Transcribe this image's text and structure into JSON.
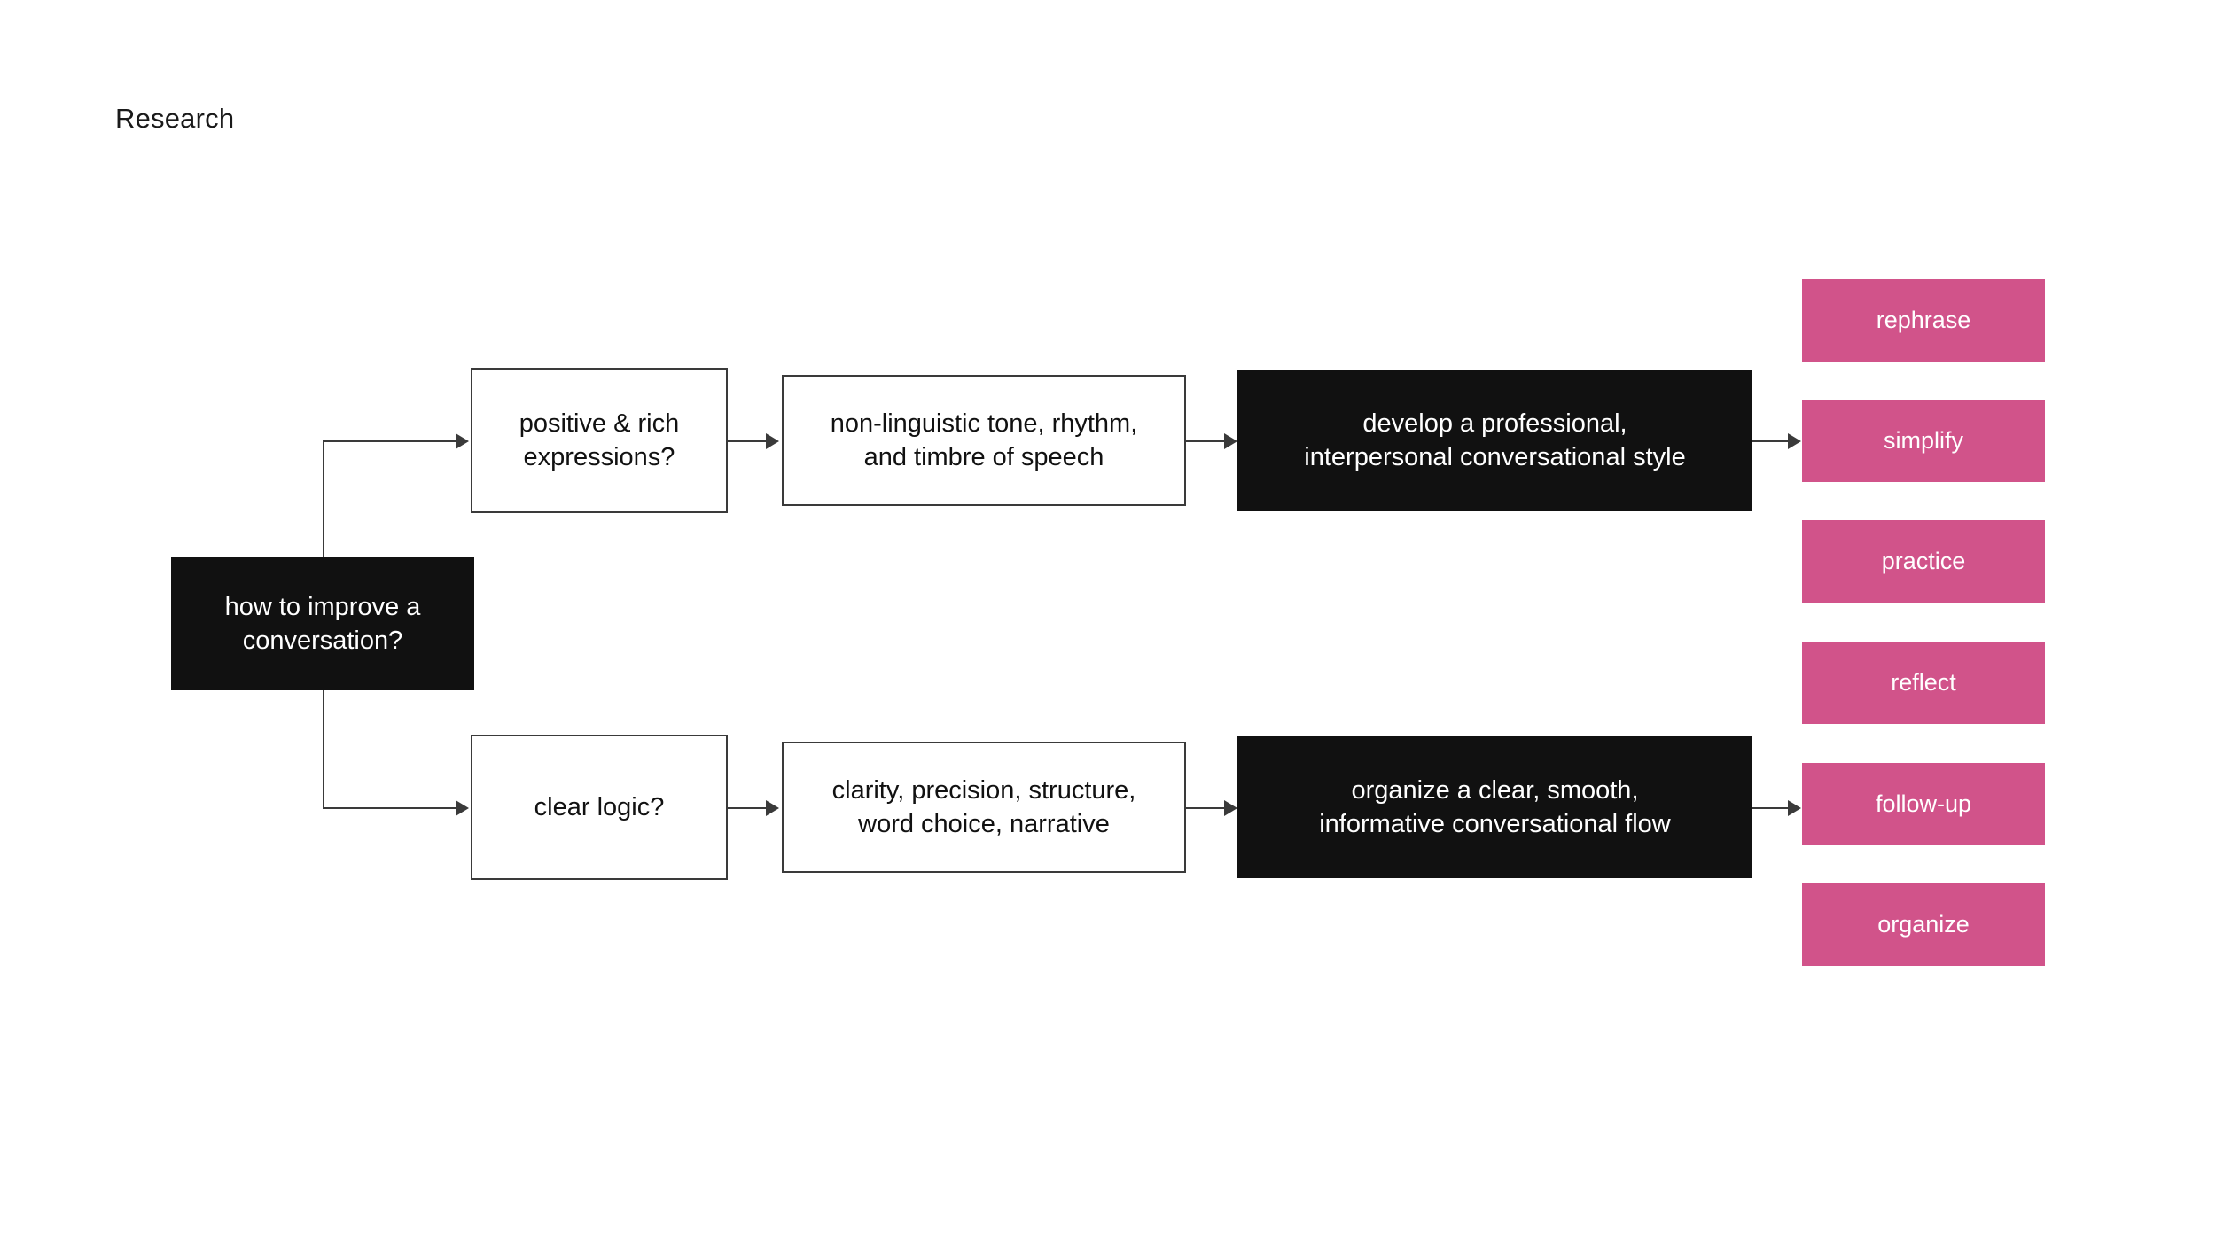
{
  "page": {
    "title": "Research",
    "background_color": "#ffffff"
  },
  "colors": {
    "accent_pink": "#d1538a",
    "node_black": "#111111",
    "line_gray": "#3a3a3a",
    "text_light": "#ffffff",
    "text_dark": "#111111"
  },
  "diagram": {
    "type": "flowchart",
    "root": {
      "id": "root",
      "label": "how to improve a\nconversation?",
      "style": "black"
    },
    "branches": [
      {
        "id": "branch-top",
        "question": {
          "id": "positive-rich-expressions",
          "label": "positive & rich\nexpressions?",
          "style": "white"
        },
        "detail": {
          "id": "non-linguistic-tone",
          "label": "non-linguistic tone, rhythm,\nand timbre of speech",
          "style": "white"
        },
        "outcome": {
          "id": "develop-professional-style",
          "label": "develop a professional,\ninterpersonal conversational style",
          "style": "black"
        },
        "action_target": "simplify"
      },
      {
        "id": "branch-bottom",
        "question": {
          "id": "clear-logic",
          "label": "clear logic?",
          "style": "white"
        },
        "detail": {
          "id": "clarity-precision",
          "label": "clarity, precision, structure,\nword choice, narrative",
          "style": "white"
        },
        "outcome": {
          "id": "organize-conversational-flow",
          "label": "organize a clear, smooth,\ninformative conversational flow",
          "style": "black"
        },
        "action_target": "follow-up"
      }
    ],
    "actions": [
      {
        "id": "rephrase",
        "label": "rephrase",
        "style": "pink"
      },
      {
        "id": "simplify",
        "label": "simplify",
        "style": "pink"
      },
      {
        "id": "practice",
        "label": "practice",
        "style": "pink"
      },
      {
        "id": "reflect",
        "label": "reflect",
        "style": "pink"
      },
      {
        "id": "follow-up",
        "label": "follow-up",
        "style": "pink"
      },
      {
        "id": "organize",
        "label": "organize",
        "style": "pink"
      }
    ]
  }
}
